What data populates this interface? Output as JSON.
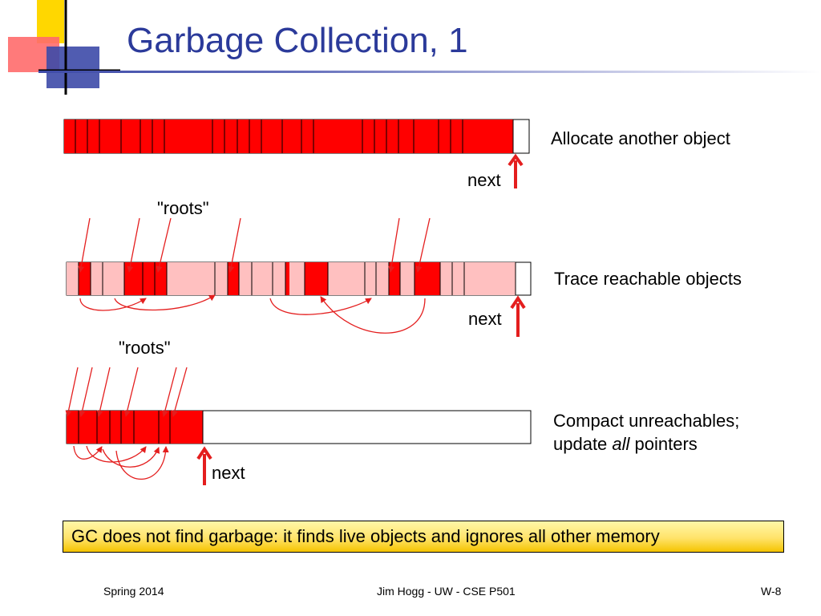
{
  "slide": {
    "title": "Garbage Collection, 1",
    "rows": [
      {
        "caption": "Allocate another object",
        "pointer_label": "next"
      },
      {
        "roots_label": "\"roots\"",
        "caption": "Trace reachable objects",
        "pointer_label": "next"
      },
      {
        "roots_label": "\"roots\"",
        "caption_line1": "Compact unreachables;",
        "caption_line2_pre": "update ",
        "caption_line2_em": "all",
        "caption_line2_post": " pointers",
        "pointer_label": "next"
      }
    ],
    "callout": "GC does not find garbage: it finds live objects and ignores all other memory",
    "footer": {
      "left": "Spring 2014",
      "center": "Jim Hogg - UW - CSE P501",
      "right": "W-8"
    }
  },
  "colors": {
    "title": "#2B3A9A",
    "live_object": "#FF0000",
    "dead_object": "#FFC0C0",
    "arrow": "#E41E1E",
    "callout_bg": "#FFE36A"
  }
}
